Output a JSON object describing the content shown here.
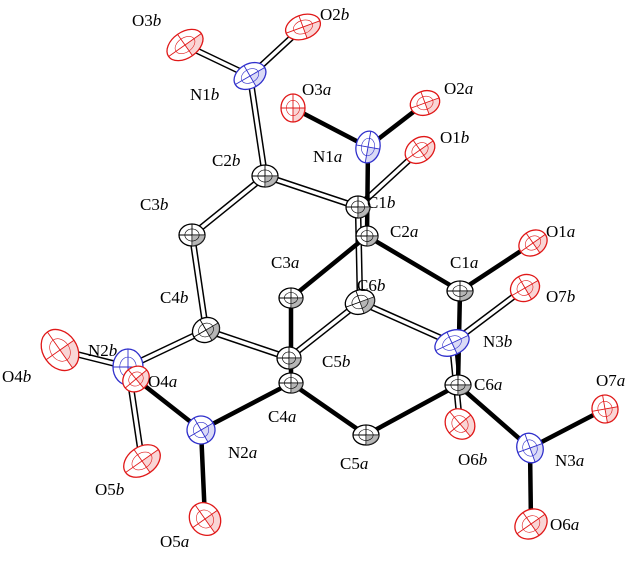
{
  "diagram": {
    "colors": {
      "oxygen": "#e01818",
      "nitrogen": "#3030cc",
      "carbon": "#000000",
      "bond": "#000000"
    },
    "labels": {
      "O3b": {
        "base": "O3",
        "suffix": "b"
      },
      "O2b": {
        "base": "O2",
        "suffix": "b"
      },
      "N1b": {
        "base": "N1",
        "suffix": "b"
      },
      "O3a": {
        "base": "O3",
        "suffix": "a"
      },
      "O2a": {
        "base": "O2",
        "suffix": "a"
      },
      "N1a": {
        "base": "N1",
        "suffix": "a"
      },
      "O1b": {
        "base": "O1",
        "suffix": "b"
      },
      "C2b": {
        "base": "C2",
        "suffix": "b"
      },
      "C1b": {
        "base": "C1",
        "suffix": "b"
      },
      "C3b": {
        "base": "C3",
        "suffix": "b"
      },
      "C2a": {
        "base": "C2",
        "suffix": "a"
      },
      "O1a": {
        "base": "O1",
        "suffix": "a"
      },
      "C3a": {
        "base": "C3",
        "suffix": "a"
      },
      "C1a": {
        "base": "C1",
        "suffix": "a"
      },
      "C6b": {
        "base": "C6",
        "suffix": "b"
      },
      "O7b": {
        "base": "O7",
        "suffix": "b"
      },
      "C4b": {
        "base": "C4",
        "suffix": "b"
      },
      "N3b": {
        "base": "N3",
        "suffix": "b"
      },
      "N2b": {
        "base": "N2",
        "suffix": "b"
      },
      "C5b": {
        "base": "C5",
        "suffix": "b"
      },
      "O4b": {
        "base": "O4",
        "suffix": "b"
      },
      "O4a": {
        "base": "O4",
        "suffix": "a"
      },
      "C6a": {
        "base": "C6",
        "suffix": "a"
      },
      "O7a": {
        "base": "O7",
        "suffix": "a"
      },
      "C4a": {
        "base": "C4",
        "suffix": "a"
      },
      "N2a": {
        "base": "N2",
        "suffix": "a"
      },
      "C5a": {
        "base": "C5",
        "suffix": "a"
      },
      "O6b": {
        "base": "O6",
        "suffix": "b"
      },
      "N3a": {
        "base": "N3",
        "suffix": "a"
      },
      "O5b": {
        "base": "O5",
        "suffix": "b"
      },
      "O6a": {
        "base": "O6",
        "suffix": "a"
      },
      "O5a": {
        "base": "O5",
        "suffix": "a"
      }
    }
  }
}
